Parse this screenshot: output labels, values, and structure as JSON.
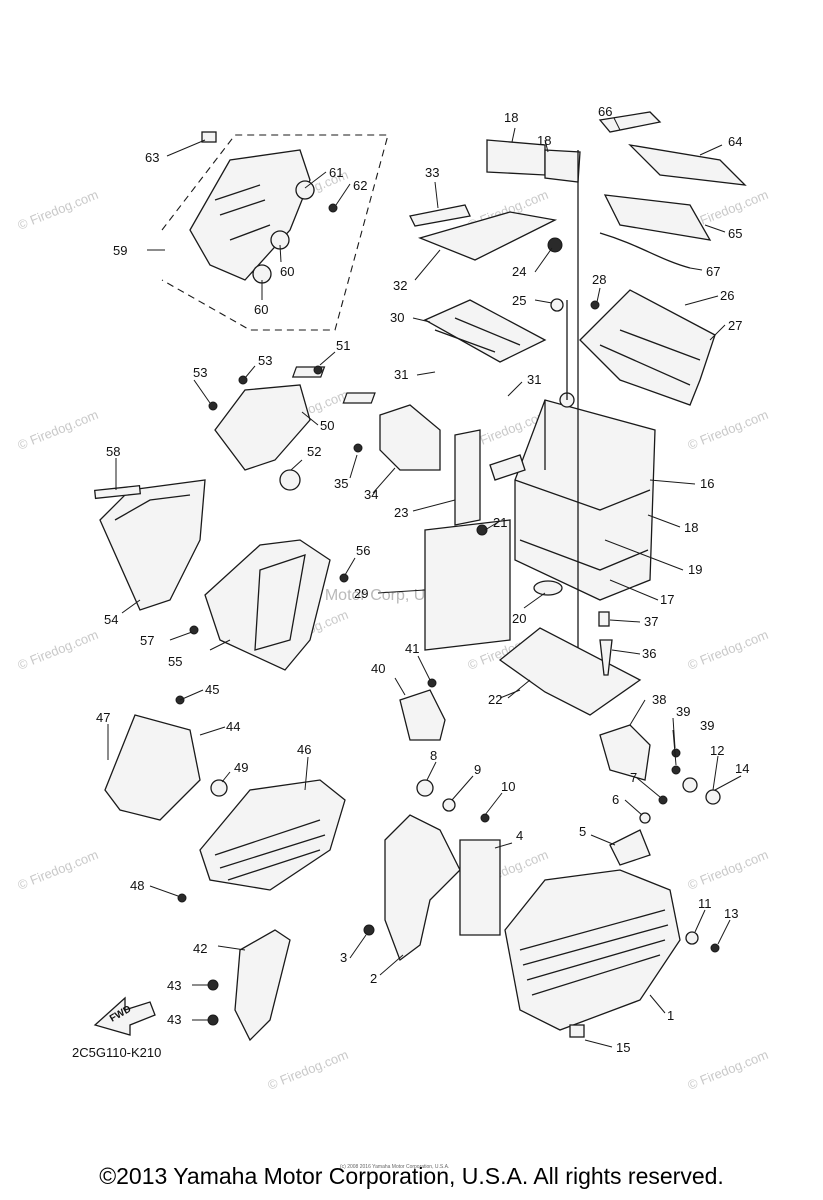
{
  "diagram": {
    "diagram_code": "2C5G110-K210",
    "fwd_label": "FWD",
    "watermark_text": "© Firedog.com",
    "center_watermark": "Yamaha Motor Corp, U.S.A.",
    "tiny_print": "(c) 2008 2016 Yamaha Motor Corporation, U.S.A.",
    "callouts": [
      "1",
      "2",
      "3",
      "4",
      "5",
      "6",
      "7",
      "8",
      "9",
      "10",
      "11",
      "12",
      "13",
      "14",
      "15",
      "16",
      "17",
      "18",
      "19",
      "20",
      "21",
      "22",
      "23",
      "24",
      "25",
      "26",
      "27",
      "28",
      "29",
      "30",
      "31",
      "32",
      "33",
      "34",
      "35",
      "36",
      "37",
      "38",
      "39",
      "40",
      "41",
      "42",
      "43",
      "44",
      "45",
      "46",
      "47",
      "48",
      "49",
      "50",
      "51",
      "52",
      "53",
      "54",
      "55",
      "56",
      "57",
      "58",
      "59",
      "60",
      "61",
      "62",
      "63",
      "64",
      "65",
      "66",
      "67"
    ]
  },
  "footer": {
    "copyright": "©2013 Yamaha Motor Corporation, U.S.A. All rights reserved."
  }
}
